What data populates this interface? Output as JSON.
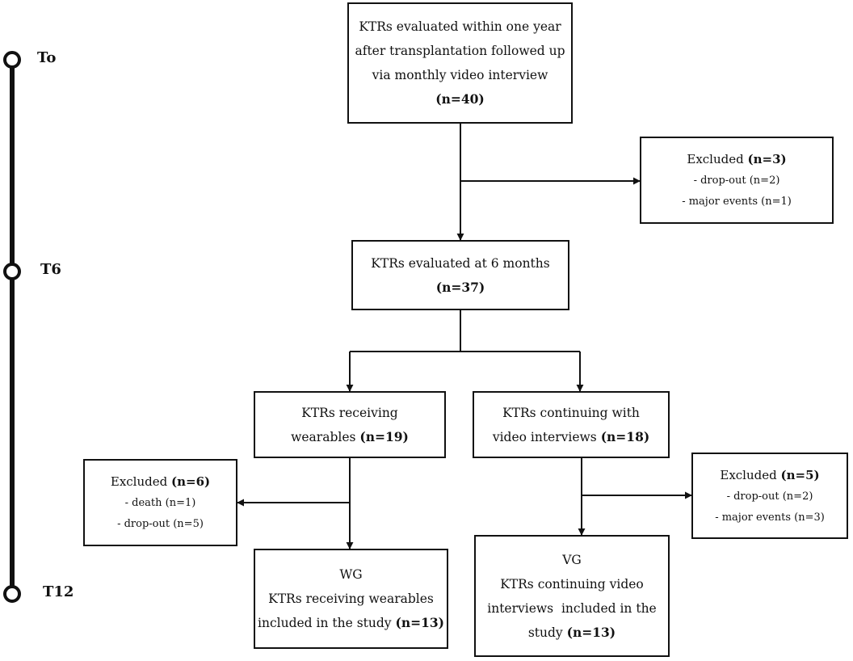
{
  "timeline": {
    "t0": "To",
    "t6": "T6",
    "t12": "T12"
  },
  "boxes": {
    "enrolled": {
      "lines": [
        "KTRs evaluated within one year",
        "after transplantation followed up",
        "via monthly video interview"
      ],
      "n": "(n=40)"
    },
    "excluded1": {
      "title": "Excluded",
      "n": "(n=3)",
      "items": [
        "- drop-out (n=2)",
        "- major events (n=1)"
      ]
    },
    "six_month": {
      "lines": [
        "KTRs evaluated at 6 months"
      ],
      "n": "(n=37)"
    },
    "wearables": {
      "line1": "KTRs receiving",
      "line2": "wearables",
      "n": "(n=19)"
    },
    "video": {
      "line1": "KTRs continuing with",
      "line2": "video interviews",
      "n": "(n=18)"
    },
    "excluded2": {
      "title": "Excluded",
      "n": "(n=6)",
      "items": [
        "- death (n=1)",
        "- drop-out (n=5)"
      ]
    },
    "excluded3": {
      "title": "Excluded",
      "n": "(n=5)",
      "items": [
        "- drop-out (n=2)",
        "- major events (n=3)"
      ]
    },
    "wg": {
      "lines": [
        "WG",
        "KTRs receiving wearables",
        "included in the study"
      ],
      "n": "(n=13)"
    },
    "vg": {
      "lines": [
        "VG",
        "KTRs continuing video",
        "interviews  included in the",
        "study"
      ],
      "n": "(n=13)"
    }
  }
}
